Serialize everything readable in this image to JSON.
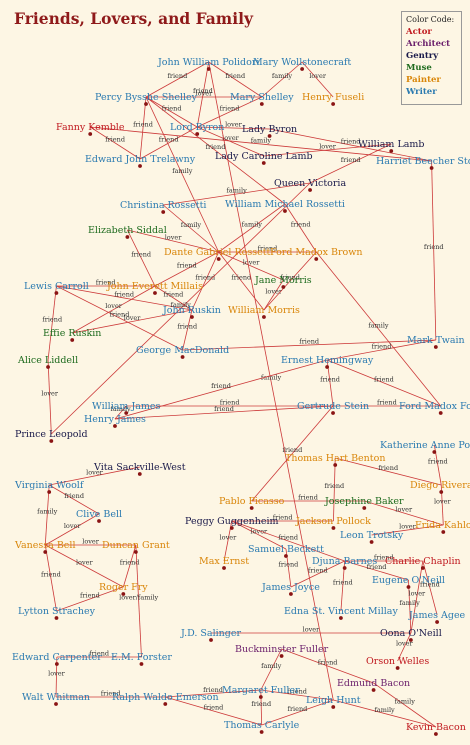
{
  "title": "Friends, Lovers, and Family",
  "legend": {
    "title": "Color Code:",
    "items": [
      {
        "label": "Actor",
        "color": "#c0191f"
      },
      {
        "label": "Architect",
        "color": "#6b1f6b"
      },
      {
        "label": "Gentry",
        "color": "#1a1a4a"
      },
      {
        "label": "Muse",
        "color": "#1e6b1e"
      },
      {
        "label": "Painter",
        "color": "#d9860a"
      },
      {
        "label": "Writer",
        "color": "#2a7ab0"
      }
    ]
  },
  "colors": {
    "edge": "#cc3a3a",
    "node": "#8a1414"
  },
  "people": [
    {
      "id": "polidori",
      "name": "John William Polidori",
      "role": "Writer"
    },
    {
      "id": "wollstonecraft",
      "name": "Mary Wollstonecraft",
      "role": "Writer"
    },
    {
      "id": "pshelley",
      "name": "Percy Bysshe Shelley",
      "role": "Writer"
    },
    {
      "id": "mshelley",
      "name": "Mary Shelley",
      "role": "Writer"
    },
    {
      "id": "fuseli",
      "name": "Henry Fuseli",
      "role": "Painter"
    },
    {
      "id": "kemble",
      "name": "Fanny Kemble",
      "role": "Actor"
    },
    {
      "id": "byron",
      "name": "Lord Byron",
      "role": "Writer"
    },
    {
      "id": "ladybyron",
      "name": "Lady Byron",
      "role": "Gentry"
    },
    {
      "id": "trelawny",
      "name": "Edward John Trelawny",
      "role": "Writer"
    },
    {
      "id": "carolinelamb",
      "name": "Lady Caroline Lamb",
      "role": "Gentry"
    },
    {
      "id": "wlamb",
      "name": "William Lamb",
      "role": "Gentry"
    },
    {
      "id": "stowe",
      "name": "Harriet Beecher Stowe",
      "role": "Writer"
    },
    {
      "id": "victoria",
      "name": "Queen Victoria",
      "role": "Gentry"
    },
    {
      "id": "crossetti",
      "name": "Christina Rossetti",
      "role": "Writer"
    },
    {
      "id": "wmrossetti",
      "name": "William Michael Rossetti",
      "role": "Writer"
    },
    {
      "id": "siddal",
      "name": "Elizabeth Siddal",
      "role": "Muse"
    },
    {
      "id": "dgrossetti",
      "name": "Dante Gabriel Rossetti",
      "role": "Painter"
    },
    {
      "id": "fmbrown",
      "name": "Ford Madox Brown",
      "role": "Painter"
    },
    {
      "id": "carroll",
      "name": "Lewis Carroll",
      "role": "Writer"
    },
    {
      "id": "millais",
      "name": "John Everett Millais",
      "role": "Painter"
    },
    {
      "id": "jmorris",
      "name": "Jane Morris",
      "role": "Muse"
    },
    {
      "id": "ruskin",
      "name": "John Ruskin",
      "role": "Writer"
    },
    {
      "id": "wmorris",
      "name": "William Morris",
      "role": "Painter"
    },
    {
      "id": "effie",
      "name": "Effie Ruskin",
      "role": "Muse"
    },
    {
      "id": "twain",
      "name": "Mark Twain",
      "role": "Writer"
    },
    {
      "id": "macdonald",
      "name": "George MacDonald",
      "role": "Writer"
    },
    {
      "id": "liddell",
      "name": "Alice Liddell",
      "role": "Muse"
    },
    {
      "id": "hemingway",
      "name": "Ernest Hemingway",
      "role": "Writer"
    },
    {
      "id": "wjames",
      "name": "William James",
      "role": "Writer"
    },
    {
      "id": "stein",
      "name": "Gertrude Stein",
      "role": "Writer"
    },
    {
      "id": "fmford",
      "name": "Ford Madox Ford",
      "role": "Writer"
    },
    {
      "id": "leopold",
      "name": "Prince Leopold",
      "role": "Gentry"
    },
    {
      "id": "hjames",
      "name": "Henry James",
      "role": "Writer"
    },
    {
      "id": "porter",
      "name": "Katherine Anne Porter",
      "role": "Writer"
    },
    {
      "id": "benton",
      "name": "Thomas Hart Benton",
      "role": "Painter"
    },
    {
      "id": "sackville",
      "name": "Vita Sackville-West",
      "role": "Gentry"
    },
    {
      "id": "woolf",
      "name": "Virginia Woolf",
      "role": "Writer"
    },
    {
      "id": "rivera",
      "name": "Diego Rivera",
      "role": "Painter"
    },
    {
      "id": "cbell",
      "name": "Clive Bell",
      "role": "Writer"
    },
    {
      "id": "picasso",
      "name": "Pablo Picasso",
      "role": "Painter"
    },
    {
      "id": "baker",
      "name": "Josephine Baker",
      "role": "Muse"
    },
    {
      "id": "guggenheim",
      "name": "Peggy Guggenheim",
      "role": "Gentry"
    },
    {
      "id": "pollock",
      "name": "Jackson Pollock",
      "role": "Painter"
    },
    {
      "id": "trotsky",
      "name": "Leon Trotsky",
      "role": "Writer"
    },
    {
      "id": "kahlo",
      "name": "Frida Kahlo",
      "role": "Painter"
    },
    {
      "id": "vbell",
      "name": "Vanessa Bell",
      "role": "Painter"
    },
    {
      "id": "grant",
      "name": "Duncan Grant",
      "role": "Painter"
    },
    {
      "id": "beckett",
      "name": "Samuel Beckett",
      "role": "Writer"
    },
    {
      "id": "ernst",
      "name": "Max Ernst",
      "role": "Painter"
    },
    {
      "id": "barnes",
      "name": "Djuna Barnes",
      "role": "Writer"
    },
    {
      "id": "chaplin",
      "name": "Charlie Chaplin",
      "role": "Actor"
    },
    {
      "id": "oneill",
      "name": "Eugene O'Neill",
      "role": "Writer"
    },
    {
      "id": "fry",
      "name": "Roger Fry",
      "role": "Painter"
    },
    {
      "id": "joyce",
      "name": "James Joyce",
      "role": "Writer"
    },
    {
      "id": "strachey",
      "name": "Lytton Strachey",
      "role": "Writer"
    },
    {
      "id": "millay",
      "name": "Edna St. Vincent Millay",
      "role": "Writer"
    },
    {
      "id": "agee",
      "name": "James Agee",
      "role": "Writer"
    },
    {
      "id": "salinger",
      "name": "J.D. Salinger",
      "role": "Writer"
    },
    {
      "id": "oonaoneill",
      "name": "Oona O'Neill",
      "role": "Gentry"
    },
    {
      "id": "carpenter",
      "name": "Edward Carpenter",
      "role": "Writer"
    },
    {
      "id": "forster",
      "name": "E.M. Forster",
      "role": "Writer"
    },
    {
      "id": "welles",
      "name": "Orson Welles",
      "role": "Actor"
    },
    {
      "id": "bfuller",
      "name": "Buckminster Fuller",
      "role": "Architect"
    },
    {
      "id": "ebacon",
      "name": "Edmund Bacon",
      "role": "Architect"
    },
    {
      "id": "mfuller",
      "name": "Margaret Fuller",
      "role": "Writer"
    },
    {
      "id": "whitman",
      "name": "Walt Whitman",
      "role": "Writer"
    },
    {
      "id": "emerson",
      "name": "Ralph Waldo Emerson",
      "role": "Writer"
    },
    {
      "id": "hunt",
      "name": "Leigh Hunt",
      "role": "Writer"
    },
    {
      "id": "carlyle",
      "name": "Thomas Carlyle",
      "role": "Writer"
    },
    {
      "id": "kbacon",
      "name": "Kevin Bacon",
      "role": "Actor"
    }
  ],
  "edges": [
    {
      "a": "polidori",
      "b": "pshelley",
      "rel": "friend"
    },
    {
      "a": "polidori",
      "b": "byron",
      "rel": "friend"
    },
    {
      "a": "polidori",
      "b": "mshelley",
      "rel": "friend"
    },
    {
      "a": "wollstonecraft",
      "b": "mshelley",
      "rel": "family"
    },
    {
      "a": "wollstonecraft",
      "b": "fuseli",
      "rel": "lover"
    },
    {
      "a": "pshelley",
      "b": "mshelley",
      "rel": "lover"
    },
    {
      "a": "pshelley",
      "b": "byron",
      "rel": "friend"
    },
    {
      "a": "pshelley",
      "b": "trelawny",
      "rel": "friend"
    },
    {
      "a": "mshelley",
      "b": "byron",
      "rel": "friend"
    },
    {
      "a": "byron",
      "b": "ladybyron",
      "rel": "lover"
    },
    {
      "a": "byron",
      "b": "carolinelamb",
      "rel": "lover"
    },
    {
      "a": "byron",
      "b": "trelawny",
      "rel": "friend"
    },
    {
      "a": "kemble",
      "b": "trelawny",
      "rel": "friend"
    },
    {
      "a": "carolinelamb",
      "b": "wlamb",
      "rel": "lover"
    },
    {
      "a": "ladybyron",
      "b": "stowe",
      "rel": "friend"
    },
    {
      "a": "wlamb",
      "b": "victoria",
      "rel": "friend"
    },
    {
      "a": "crossetti",
      "b": "dgrossetti",
      "rel": "family"
    },
    {
      "a": "wmrossetti",
      "b": "dgrossetti",
      "rel": "family"
    },
    {
      "a": "siddal",
      "b": "dgrossetti",
      "rel": "lover"
    },
    {
      "a": "siddal",
      "b": "millais",
      "rel": "friend"
    },
    {
      "a": "dgrossetti",
      "b": "fmbrown",
      "rel": "friend"
    },
    {
      "a": "dgrossetti",
      "b": "jmorris",
      "rel": "lover"
    },
    {
      "a": "dgrossetti",
      "b": "millais",
      "rel": "friend"
    },
    {
      "a": "dgrossetti",
      "b": "ruskin",
      "rel": "friend"
    },
    {
      "a": "dgrossetti",
      "b": "wmorris",
      "rel": "friend"
    },
    {
      "a": "jmorris",
      "b": "wmorris",
      "rel": "lover"
    },
    {
      "a": "fmbrown",
      "b": "wmorris",
      "rel": "friend"
    },
    {
      "a": "carroll",
      "b": "millais",
      "rel": "friend"
    },
    {
      "a": "carroll",
      "b": "ruskin",
      "rel": "friend"
    },
    {
      "a": "millais",
      "b": "effie",
      "rel": "lover"
    },
    {
      "a": "millais",
      "b": "ruskin",
      "rel": "friend"
    },
    {
      "a": "effie",
      "b": "ruskin",
      "rel": "lover"
    },
    {
      "a": "ruskin",
      "b": "macdonald",
      "rel": "friend"
    },
    {
      "a": "carroll",
      "b": "macdonald",
      "rel": "friend"
    },
    {
      "a": "macdonald",
      "b": "twain",
      "rel": "friend"
    },
    {
      "a": "liddell",
      "b": "leopold",
      "rel": "lover"
    },
    {
      "a": "wjames",
      "b": "stein",
      "rel": "friend"
    },
    {
      "a": "wjames",
      "b": "hjames",
      "rel": "family"
    },
    {
      "a": "hemingway",
      "b": "stein",
      "rel": "friend"
    },
    {
      "a": "hemingway",
      "b": "fmford",
      "rel": "friend"
    },
    {
      "a": "stein",
      "b": "fmford",
      "rel": "friend"
    },
    {
      "a": "stein",
      "b": "picasso",
      "rel": "friend"
    },
    {
      "a": "hjames",
      "b": "stein",
      "rel": "friend"
    },
    {
      "a": "porter",
      "b": "rivera",
      "rel": "friend"
    },
    {
      "a": "benton",
      "b": "rivera",
      "rel": "friend"
    },
    {
      "a": "benton",
      "b": "pollock",
      "rel": "friend"
    },
    {
      "a": "sackville",
      "b": "woolf",
      "rel": "lover"
    },
    {
      "a": "woolf",
      "b": "cbell",
      "rel": "friend"
    },
    {
      "a": "woolf",
      "b": "vbell",
      "rel": "family"
    },
    {
      "a": "cbell",
      "b": "vbell",
      "rel": "lover"
    },
    {
      "a": "picasso",
      "b": "baker",
      "rel": "friend"
    },
    {
      "a": "baker",
      "b": "kahlo",
      "rel": "lover"
    },
    {
      "a": "rivera",
      "b": "kahlo",
      "rel": "lover"
    },
    {
      "a": "trotsky",
      "b": "kahlo",
      "rel": "lover"
    },
    {
      "a": "guggenheim",
      "b": "pollock",
      "rel": "friend"
    },
    {
      "a": "guggenheim",
      "b": "ernst",
      "rel": "lover"
    },
    {
      "a": "guggenheim",
      "b": "beckett",
      "rel": "lover"
    },
    {
      "a": "guggenheim",
      "b": "barnes",
      "rel": "friend"
    },
    {
      "a": "vbell",
      "b": "grant",
      "rel": "lover"
    },
    {
      "a": "vbell",
      "b": "fry",
      "rel": "lover"
    },
    {
      "a": "vbell",
      "b": "strachey",
      "rel": "friend"
    },
    {
      "a": "grant",
      "b": "fry",
      "rel": "friend"
    },
    {
      "a": "grant",
      "b": "forster",
      "rel": "lover/family"
    },
    {
      "a": "beckett",
      "b": "joyce",
      "rel": "friend"
    },
    {
      "a": "barnes",
      "b": "joyce",
      "rel": "friend"
    },
    {
      "a": "barnes",
      "b": "chaplin",
      "rel": "friend"
    },
    {
      "a": "barnes",
      "b": "oneill",
      "rel": "friend"
    },
    {
      "a": "barnes",
      "b": "millay",
      "rel": "friend"
    },
    {
      "a": "chaplin",
      "b": "agee",
      "rel": "friend"
    },
    {
      "a": "oneill",
      "b": "oonaoneill",
      "rel": "family"
    },
    {
      "a": "chaplin",
      "b": "oonaoneill",
      "rel": "lover"
    },
    {
      "a": "salinger",
      "b": "oonaoneill",
      "rel": "lover"
    },
    {
      "a": "fry",
      "b": "strachey",
      "rel": "friend"
    },
    {
      "a": "carpenter",
      "b": "forster",
      "rel": "friend"
    },
    {
      "a": "carpenter",
      "b": "whitman",
      "rel": "lover"
    },
    {
      "a": "oonaoneill",
      "b": "welles",
      "rel": "lover"
    },
    {
      "a": "bfuller",
      "b": "mfuller",
      "rel": "family"
    },
    {
      "a": "bfuller",
      "b": "ebacon",
      "rel": "friend"
    },
    {
      "a": "ebacon",
      "b": "kbacon",
      "rel": "family"
    },
    {
      "a": "whitman",
      "b": "emerson",
      "rel": "friend"
    },
    {
      "a": "emerson",
      "b": "mfuller",
      "rel": "friend"
    },
    {
      "a": "emerson",
      "b": "carlyle",
      "rel": "friend"
    },
    {
      "a": "mfuller",
      "b": "hunt",
      "rel": "friend"
    },
    {
      "a": "mfuller",
      "b": "carlyle",
      "rel": "friend"
    },
    {
      "a": "hunt",
      "b": "carlyle",
      "rel": "friend"
    },
    {
      "a": "polidori",
      "b": "hunt",
      "rel": "family"
    },
    {
      "a": "pshelley",
      "b": "dgrossetti",
      "rel": "family"
    },
    {
      "a": "kemble",
      "b": "stowe",
      "rel": "family"
    },
    {
      "a": "stowe",
      "b": "twain",
      "rel": "friend"
    },
    {
      "a": "victoria",
      "b": "leopold",
      "rel": "family"
    },
    {
      "a": "crossetti",
      "b": "victoria",
      "rel": "family"
    },
    {
      "a": "carroll",
      "b": "liddell",
      "rel": "friend"
    },
    {
      "a": "fmbrown",
      "b": "fmford",
      "rel": "family"
    },
    {
      "a": "wmrossetti",
      "b": "pshelley",
      "rel": "friend"
    },
    {
      "a": "wmrossetti",
      "b": "fmbrown",
      "rel": "friend"
    },
    {
      "a": "twain",
      "b": "hemingway",
      "rel": "friend"
    },
    {
      "a": "hjames",
      "b": "hemingway",
      "rel": "friend"
    },
    {
      "a": "hunt",
      "b": "kbacon",
      "rel": "family"
    }
  ]
}
